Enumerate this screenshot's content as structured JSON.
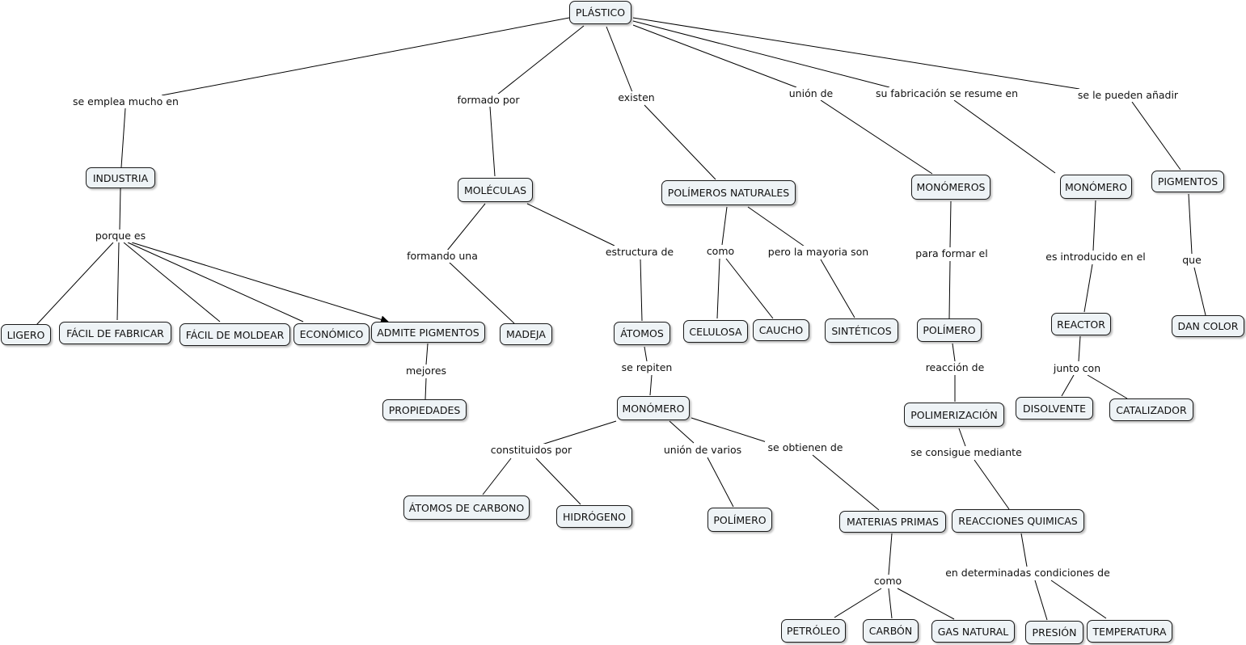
{
  "concepts": {
    "plastico": "PLÁSTICO",
    "industria": "INDUSTRIA",
    "ligero": "LIGERO",
    "facil_fabricar": "FÁCIL DE FABRICAR",
    "facil_moldear": "FÁCIL DE MOLDEAR",
    "economico": "ECONÓMICO",
    "admite_pigmentos": "ADMITE PIGMENTOS",
    "propiedades": "PROPIEDADES",
    "moleculas": "MOLÉCULAS",
    "madeja": "MADEJA",
    "atomos": "ÁTOMOS",
    "monomero_c": "MONÓMERO",
    "atomos_carbono": "ÁTOMOS DE CARBONO",
    "hidrogeno": "HIDRÓGENO",
    "polimero_c": "POLÍMERO",
    "materias_primas": "MATERIAS PRIMAS",
    "petroleo": "PETRÓLEO",
    "carbon": "CARBÓN",
    "gas_natural": "GAS NATURAL",
    "polimeros_naturales": "POLÍMEROS NATURALES",
    "celulosa": "CELULOSA",
    "caucho": "CAUCHO",
    "sinteticos": "SINTÉTICOS",
    "monomeros": "MONÓMEROS",
    "polimero_r": "POLÍMERO",
    "polimerizacion": "POLIMERIZACIÓN",
    "reacciones_quimicas": "REACCIONES QUIMICAS",
    "presion": "PRESIÓN",
    "temperatura": "TEMPERATURA",
    "monomero_r": "MONÓMERO",
    "reactor": "REACTOR",
    "disolvente": "DISOLVENTE",
    "catalizador": "CATALIZADOR",
    "pigmentos": "PIGMENTOS",
    "dan_color": "DAN COLOR"
  },
  "links": {
    "se_emplea": "se emplea mucho en",
    "porque_es": "porque es",
    "mejores": "mejores",
    "formado_por": "formado por",
    "formando_una": "formando una",
    "estructura_de": "estructura de",
    "se_repiten": "se repiten",
    "constituidos_por": "constituidos por",
    "union_varios": "unión de varios",
    "se_obtienen": "se obtienen de",
    "como_materias": "como",
    "existen": "existen",
    "como_pol": "como",
    "pero_mayoria": "pero la mayoria son",
    "union_de": "unión de",
    "para_formar": "para formar el",
    "reaccion_de": "reacción de",
    "se_consigue": "se consigue mediante",
    "en_condiciones": "en determinadas condiciones de",
    "su_fabricacion": "su fabricación se resume en",
    "es_introducido": "es introducido en el",
    "junto_con": "junto con",
    "se_pueden": "se le pueden añadir",
    "que": "que"
  },
  "colors": {
    "node_fill": "#eef3f6",
    "node_border": "#1a1a1a",
    "edge": "#000000"
  }
}
